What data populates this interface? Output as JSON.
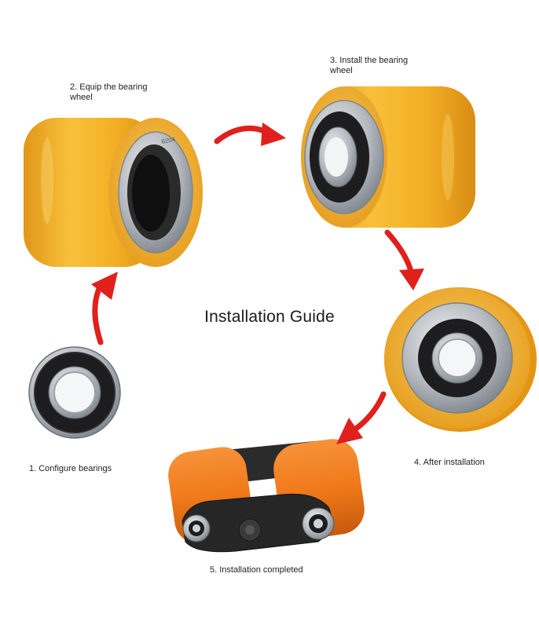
{
  "title": "Installation Guide",
  "steps": [
    {
      "label": "1. Configure bearings"
    },
    {
      "label_line1": "2. Equip the bearing",
      "label_line2": "wheel"
    },
    {
      "label_line1": "3. Install the bearing",
      "label_line2": "wheel"
    },
    {
      "label": "4. After installation"
    },
    {
      "label": "5. Installation completed"
    }
  ],
  "bearing_marking": "6204",
  "colors": {
    "wheel_yellow": "#f5b21e",
    "wheel_orange": "#f07a1a",
    "arrow_red": "#e0201c",
    "steel": "#b9bec4",
    "bearing_seal": "#1d1d1f"
  }
}
